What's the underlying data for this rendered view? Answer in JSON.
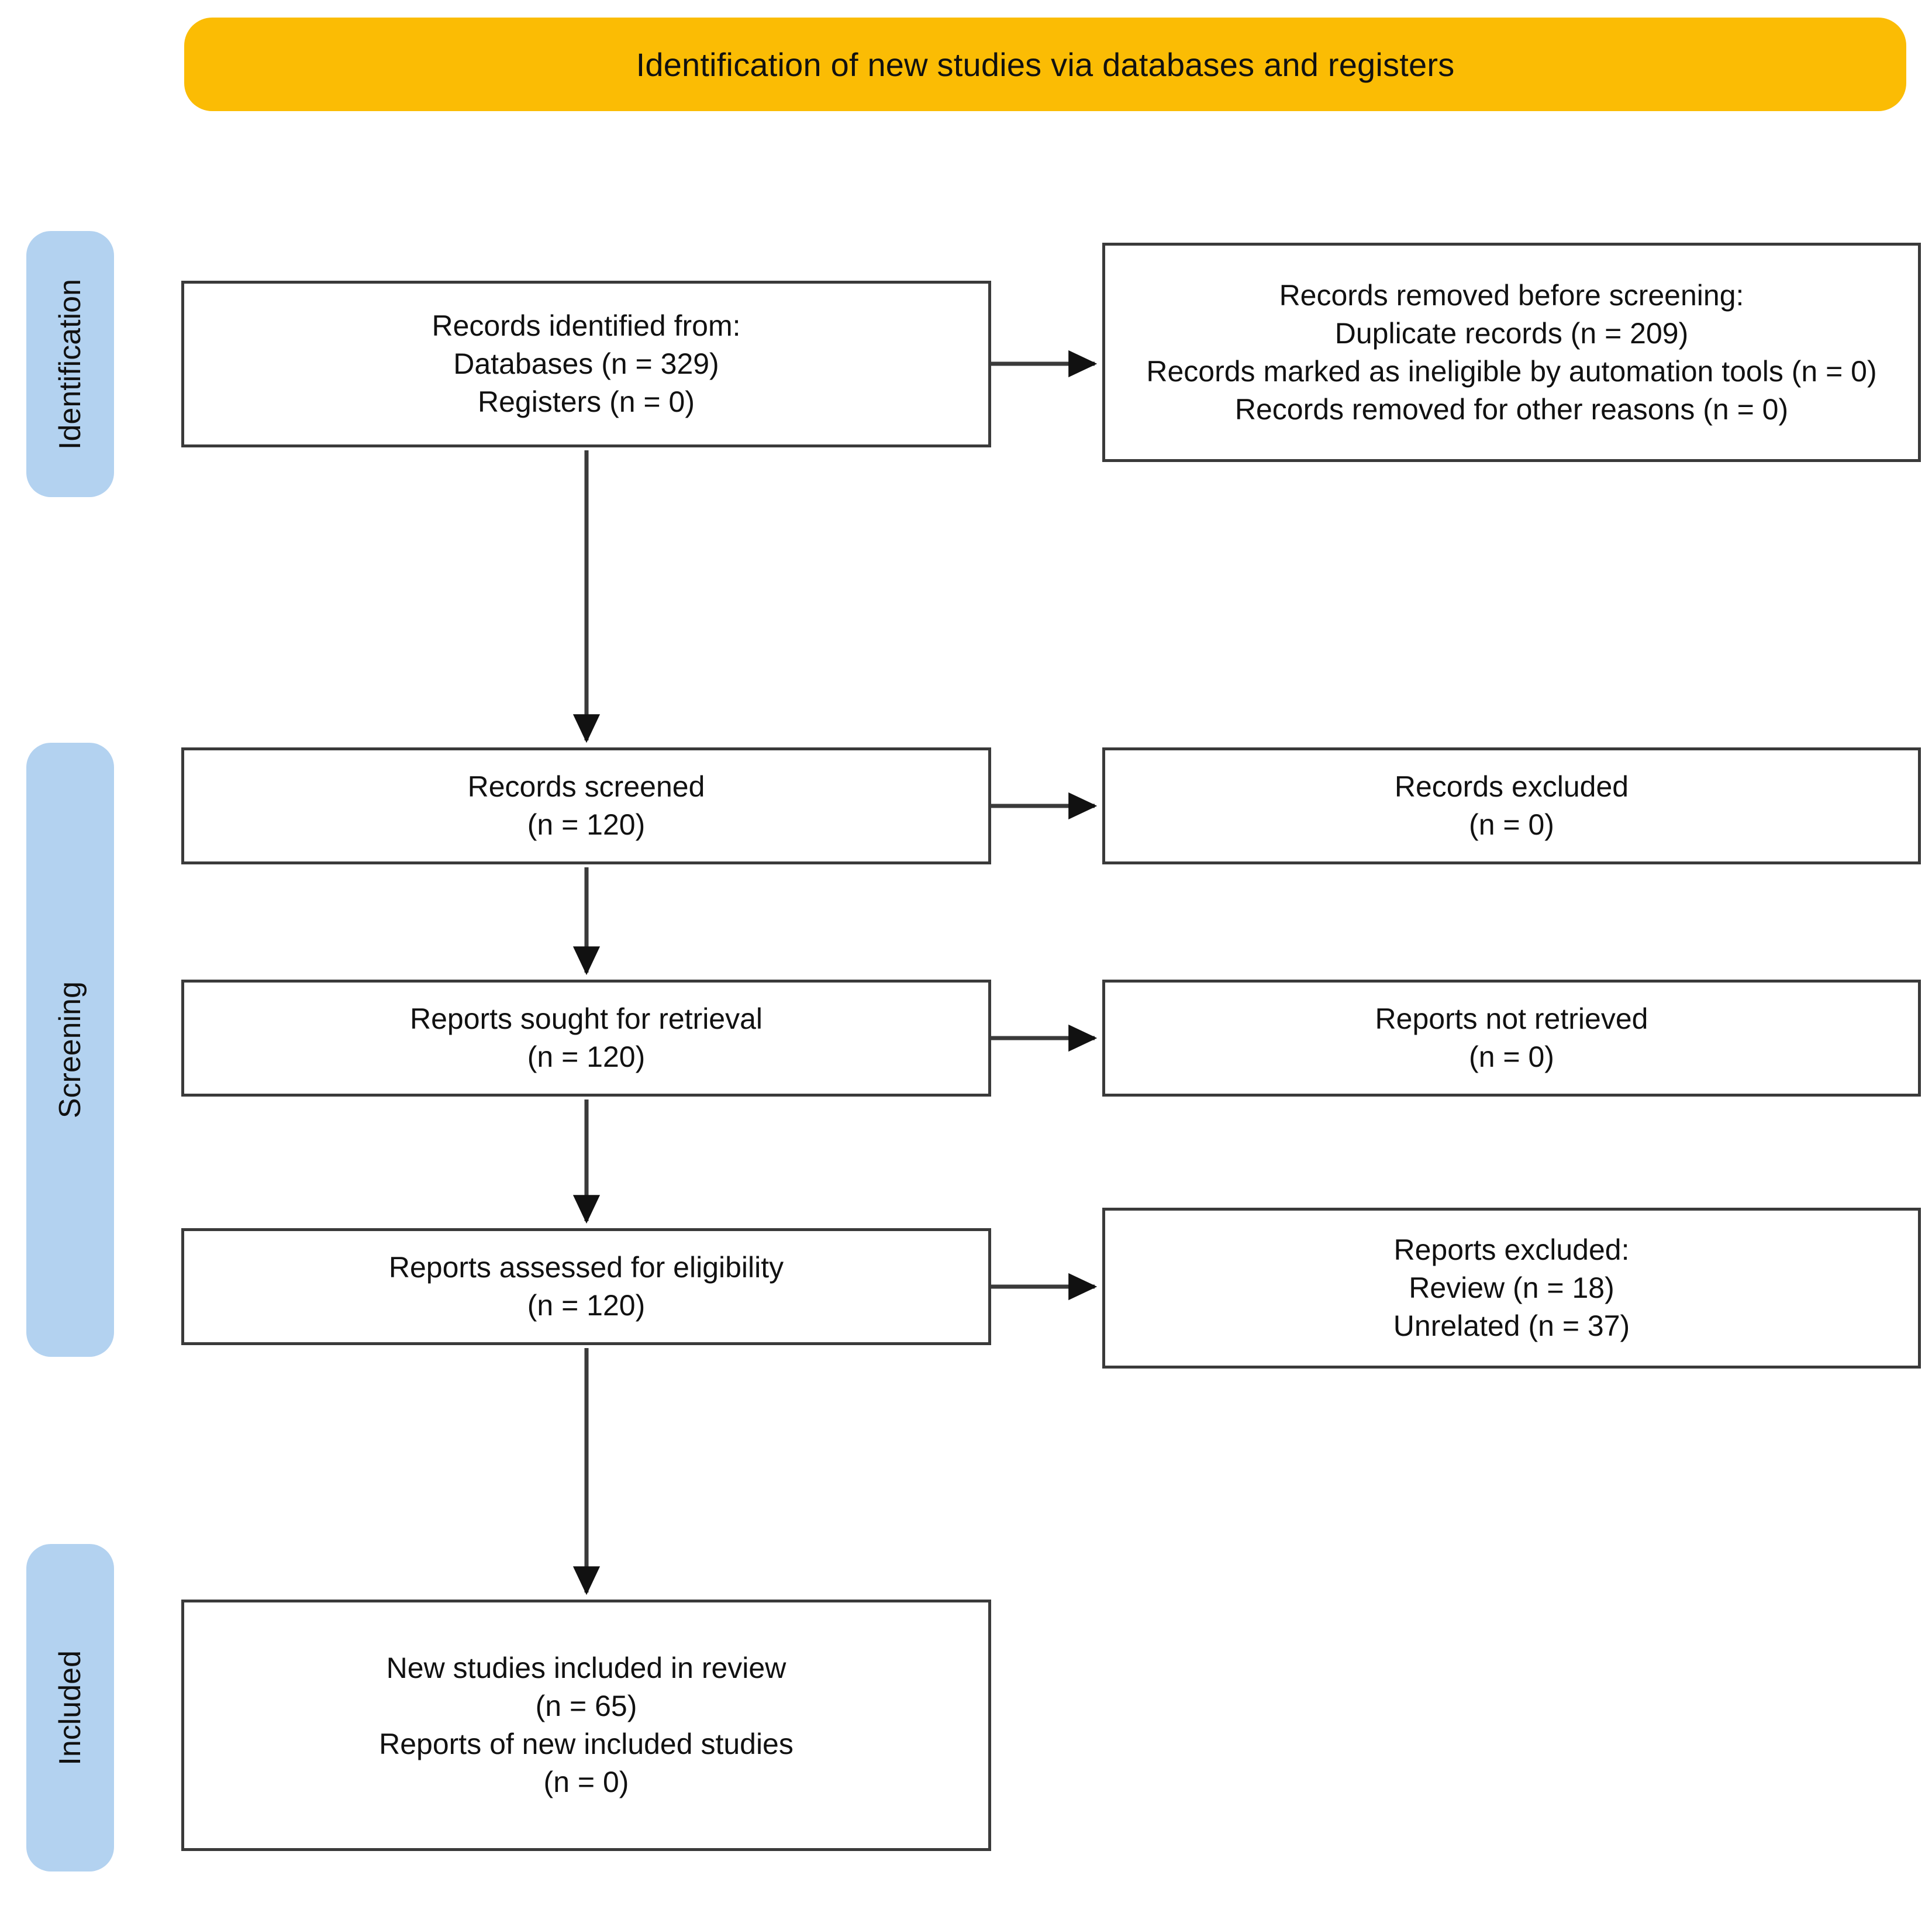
{
  "banner": {
    "title": "Identification of new studies via databases and registers",
    "color": "#FBBC04"
  },
  "stages": {
    "identification": "Identification",
    "screening": "Screening",
    "included": "Included",
    "color": "#B3D2F0"
  },
  "boxes": {
    "identified": {
      "lines": [
        "Records identified from:",
        "Databases (n = 329)",
        "Registers (n = 0)"
      ]
    },
    "removed": {
      "lines": [
        "Records removed before screening:",
        "Duplicate records (n = 209)",
        "Records marked as ineligible by automation tools (n = 0)",
        "Records removed for other reasons (n = 0)"
      ]
    },
    "screened": {
      "lines": [
        "Records screened",
        "(n = 120)"
      ]
    },
    "excluded": {
      "lines": [
        "Records excluded",
        "(n = 0)"
      ]
    },
    "sought": {
      "lines": [
        "Reports sought for retrieval",
        "(n = 120)"
      ]
    },
    "not_retrieved": {
      "lines": [
        "Reports not retrieved",
        "(n = 0)"
      ]
    },
    "assessed": {
      "lines": [
        "Reports assessed for eligibility",
        "(n = 120)"
      ]
    },
    "reports_excluded": {
      "lines": [
        "Reports excluded:",
        "Review (n = 18)",
        "Unrelated (n = 37)"
      ]
    },
    "included": {
      "lines": [
        "New studies included in review",
        "(n = 65)",
        "Reports of new included studies",
        "(n = 0)"
      ]
    }
  },
  "chart_data": {
    "type": "diagram",
    "title": "Identification of new studies via databases and registers",
    "diagram_kind": "PRISMA 2020 flow diagram",
    "stages": [
      "Identification",
      "Screening",
      "Included"
    ],
    "nodes": [
      {
        "id": "identified",
        "stage": "Identification",
        "label": "Records identified from: Databases (n = 329) Registers (n = 0)",
        "counts": {
          "Databases": 329,
          "Registers": 0
        }
      },
      {
        "id": "removed",
        "stage": "Identification",
        "label": "Records removed before screening",
        "counts": {
          "Duplicate records": 209,
          "Records marked as ineligible by automation tools": 0,
          "Records removed for other reasons": 0
        }
      },
      {
        "id": "screened",
        "stage": "Screening",
        "label": "Records screened",
        "counts": {
          "n": 120
        }
      },
      {
        "id": "excluded",
        "stage": "Screening",
        "label": "Records excluded",
        "counts": {
          "n": 0
        }
      },
      {
        "id": "sought",
        "stage": "Screening",
        "label": "Reports sought for retrieval",
        "counts": {
          "n": 120
        }
      },
      {
        "id": "not_retrieved",
        "stage": "Screening",
        "label": "Reports not retrieved",
        "counts": {
          "n": 0
        }
      },
      {
        "id": "assessed",
        "stage": "Screening",
        "label": "Reports assessed for eligibility",
        "counts": {
          "n": 120
        }
      },
      {
        "id": "reports_excluded",
        "stage": "Screening",
        "label": "Reports excluded",
        "counts": {
          "Review": 18,
          "Unrelated": 37
        }
      },
      {
        "id": "included",
        "stage": "Included",
        "label": "New studies included in review / Reports of new included studies",
        "counts": {
          "New studies": 65,
          "Reports of new included studies": 0
        }
      }
    ],
    "edges": [
      {
        "from": "identified",
        "to": "removed",
        "direction": "right"
      },
      {
        "from": "identified",
        "to": "screened",
        "direction": "down"
      },
      {
        "from": "screened",
        "to": "excluded",
        "direction": "right"
      },
      {
        "from": "screened",
        "to": "sought",
        "direction": "down"
      },
      {
        "from": "sought",
        "to": "not_retrieved",
        "direction": "right"
      },
      {
        "from": "sought",
        "to": "assessed",
        "direction": "down"
      },
      {
        "from": "assessed",
        "to": "reports_excluded",
        "direction": "right"
      },
      {
        "from": "assessed",
        "to": "included",
        "direction": "down"
      }
    ]
  }
}
